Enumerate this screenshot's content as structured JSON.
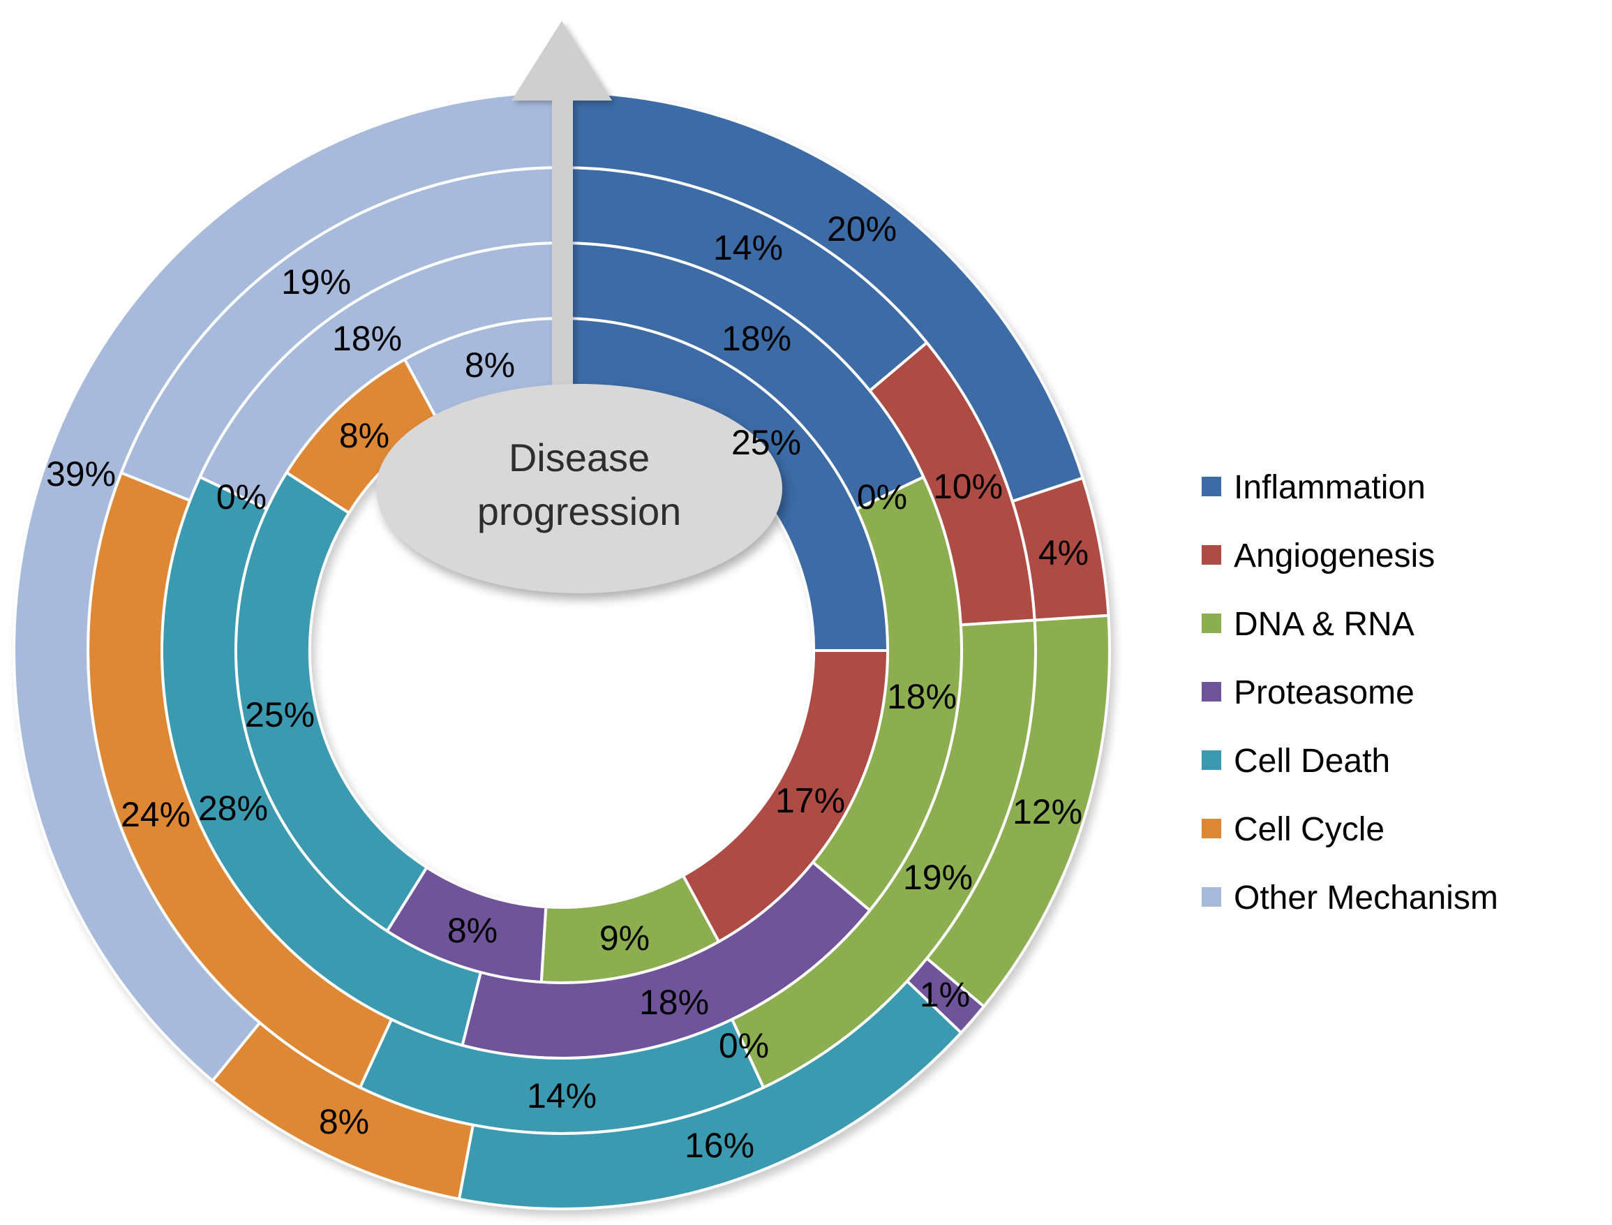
{
  "page": {
    "background_color": "#FFFFFF"
  },
  "chart_data": {
    "type": "sunburst",
    "subtype": "multi-ring-donut",
    "center_label": "Disease progression",
    "center_label_lines": [
      "Disease",
      "progression"
    ],
    "label_suffix": "%",
    "flow_note": "arrow points outward from center: rings ordered innermost (earliest) to outermost (latest disease stage); segments run clockwise from top",
    "categories": [
      "Inflammation",
      "Angiogenesis",
      "DNA & RNA",
      "Proteasome",
      "Cell Death",
      "Cell Cycle",
      "Other Mechanism"
    ],
    "category_colors": [
      "#3C6BA5",
      "#AE4B44",
      "#8CAD50",
      "#6F549A",
      "#3B9AAF",
      "#DE8836",
      "#A8BADC"
    ],
    "rings": [
      {
        "name": "ring-1-innermost",
        "values": [
          25,
          17,
          9,
          8,
          25,
          8,
          8
        ]
      },
      {
        "name": "ring-2",
        "values": [
          18,
          0,
          18,
          18,
          28,
          0,
          18
        ]
      },
      {
        "name": "ring-3",
        "values": [
          14,
          10,
          19,
          0,
          14,
          24,
          19
        ]
      },
      {
        "name": "ring-4-outermost",
        "values": [
          20,
          4,
          12,
          1,
          16,
          8,
          39
        ]
      }
    ],
    "legend": {
      "position": "right",
      "entries": [
        {
          "label": "Inflammation",
          "color": "#3C6BA5"
        },
        {
          "label": "Angiogenesis",
          "color": "#AE4B44"
        },
        {
          "label": "DNA & RNA",
          "color": "#8CAD50"
        },
        {
          "label": "Proteasome",
          "color": "#6F549A"
        },
        {
          "label": "Cell Death",
          "color": "#3B9AAF"
        },
        {
          "label": "Cell Cycle",
          "color": "#DE8836"
        },
        {
          "label": "Other Mechanism",
          "color": "#A8BADC"
        }
      ]
    },
    "styles": {
      "segment_separator_color": "#FFFFFF",
      "label_color": "#000000",
      "center_ellipse_fill": "#D8D8D8",
      "arrow_color": "#CFCFCF"
    }
  }
}
